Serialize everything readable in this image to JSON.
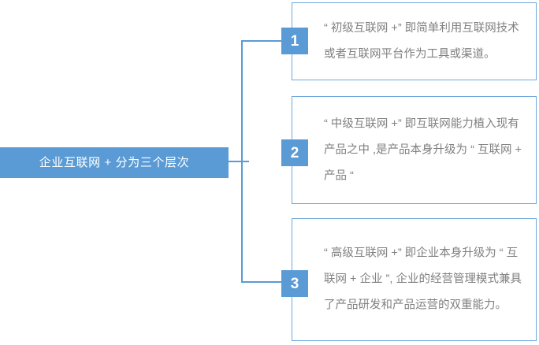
{
  "diagram": {
    "type": "bracket-hierarchy",
    "accent_color": "#5B9BD5",
    "box_border_color": "#6FA8DC",
    "text_color": "#808080",
    "root": {
      "label": "企业互联网 + 分为三个层次"
    },
    "items": [
      {
        "number": "1",
        "text": "“ 初级互联网 +” 即简单利用互联网技术或者互联网平台作为工具或渠道。"
      },
      {
        "number": "2",
        "text": "“ 中级互联网 +” 即互联网能力植入现有产品之中 ,是产品本身升级为 “ 互联网 + 产品 “"
      },
      {
        "number": "3",
        "text": "“ 高级互联网 +” 即企业本身升级为 “ 互联网 + 企业 ”, 企业的经营管理模式兼具了产品研发和产品运营的双重能力。"
      }
    ]
  }
}
